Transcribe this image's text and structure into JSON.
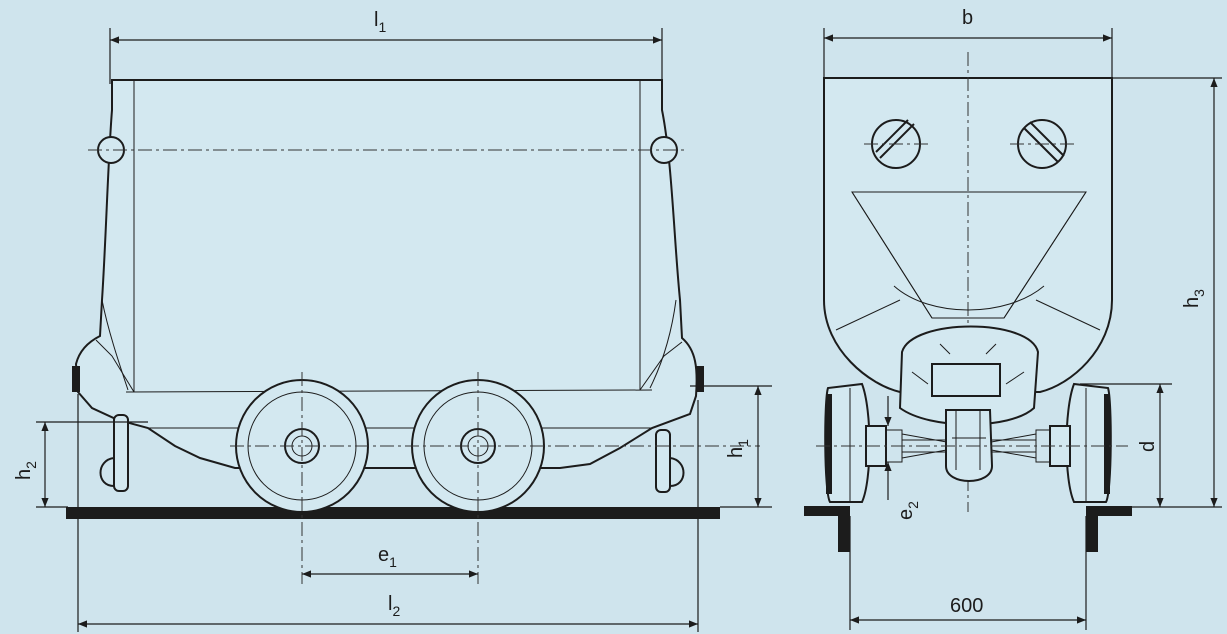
{
  "dimensions": {
    "l1": {
      "main": "l",
      "sub": "1"
    },
    "l2": {
      "main": "l",
      "sub": "2"
    },
    "e1": {
      "main": "e",
      "sub": "1"
    },
    "h1": {
      "main": "h",
      "sub": "1"
    },
    "h2": {
      "main": "h",
      "sub": "2"
    },
    "b": {
      "main": "b"
    },
    "h3": {
      "main": "h",
      "sub": "3"
    },
    "d": {
      "main": "d"
    },
    "e2": {
      "main": "e",
      "sub": "2"
    },
    "gauge": {
      "main": "600"
    }
  },
  "colors": {
    "background": "#cfe4ed",
    "line": "#1c1c1c"
  }
}
